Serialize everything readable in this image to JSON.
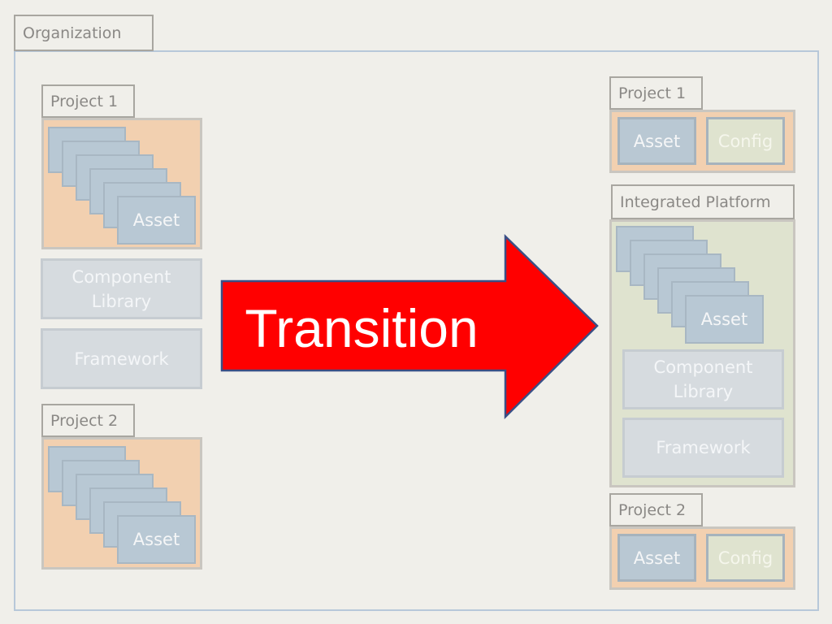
{
  "organization": {
    "label": "Organization"
  },
  "transition": {
    "label": "Transition",
    "arrow_color": "#ff0000",
    "arrow_outline": "#3a4f86"
  },
  "before": {
    "project1": {
      "label": "Project 1",
      "asset_label": "Asset"
    },
    "component_library": {
      "label": "Component Library"
    },
    "framework": {
      "label": "Framework"
    },
    "project2": {
      "label": "Project 2",
      "asset_label": "Asset"
    }
  },
  "after": {
    "project1": {
      "label": "Project 1",
      "asset_label": "Asset",
      "config_label": "Config"
    },
    "integrated_platform": {
      "label": "Integrated Platform",
      "asset_label": "Asset",
      "component_library": "Component Library",
      "framework": "Framework"
    },
    "project2": {
      "label": "Project 2",
      "asset_label": "Asset",
      "config_label": "Config"
    }
  },
  "colors": {
    "background": "#f0efea",
    "project_fill": "#f2d0b0",
    "platform_fill": "#dfe3cf",
    "asset_fill": "#b8c8d4",
    "frame_border": "#b7c8d9"
  }
}
